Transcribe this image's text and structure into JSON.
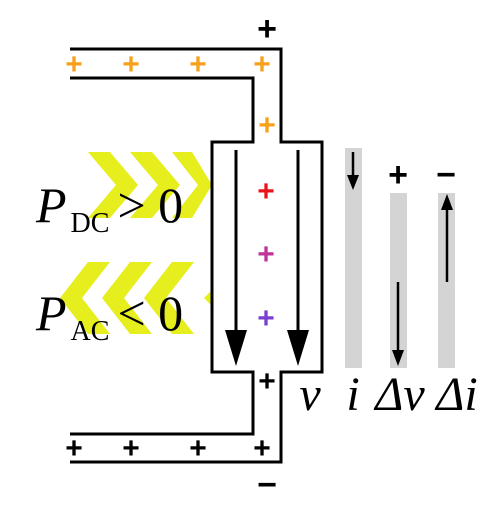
{
  "terminals": {
    "top_sign": "+",
    "bottom_sign": "−"
  },
  "charges": {
    "top_wire": [
      {
        "sign": "+",
        "color": "#f7a11a"
      },
      {
        "sign": "+",
        "color": "#f7a11a"
      },
      {
        "sign": "+",
        "color": "#f7a11a"
      },
      {
        "sign": "+",
        "color": "#f7a11a"
      }
    ],
    "neck_top": {
      "sign": "+",
      "color": "#f7a11a"
    },
    "device": [
      {
        "sign": "+",
        "color": "#e8141c"
      },
      {
        "sign": "+",
        "color": "#c0339a"
      },
      {
        "sign": "+",
        "color": "#7a3fd0"
      }
    ],
    "neck_bottom": {
      "sign": "+",
      "color": "#000000"
    },
    "bottom_wire": [
      {
        "sign": "+",
        "color": "#000000"
      },
      {
        "sign": "+",
        "color": "#000000"
      },
      {
        "sign": "+",
        "color": "#000000"
      },
      {
        "sign": "+",
        "color": "#000000"
      }
    ]
  },
  "power_labels": {
    "dc": {
      "symbol": "P",
      "subscript": "DC",
      "relation": "> 0"
    },
    "ac": {
      "symbol": "P",
      "subscript": "AC",
      "relation": "< 0"
    }
  },
  "quantity_labels": {
    "v": "v",
    "i": "i",
    "delta_v": "Δv",
    "delta_i": "Δi"
  },
  "delta_signs": {
    "delta_v": "+",
    "delta_i": "−"
  },
  "colors": {
    "chevron": "#e6ee1e",
    "bar": "#d4d4d4",
    "outline": "#000000"
  }
}
